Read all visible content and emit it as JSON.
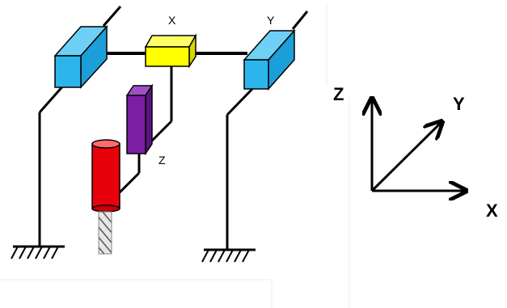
{
  "machine": {
    "label_x": "X",
    "label_y": "Y",
    "label_z": "Z",
    "colors": {
      "carriage": "#2bb5ea",
      "x_block": "#ffff00",
      "z_block": "#7b1fa2",
      "spindle": "#e8000b",
      "frame": "#000000"
    }
  },
  "axes": {
    "label_x": "X",
    "label_y": "Y",
    "label_z": "Z"
  }
}
